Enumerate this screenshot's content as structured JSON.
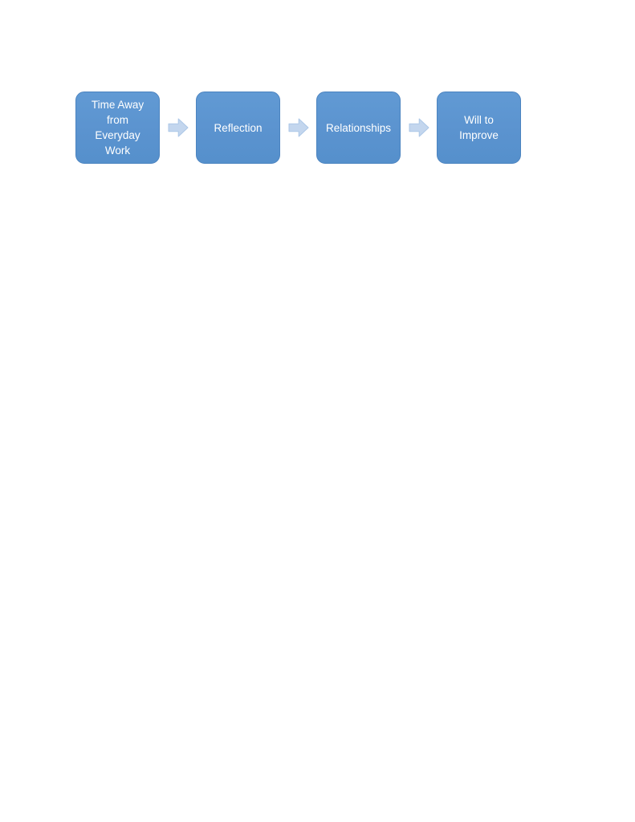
{
  "page": {
    "background": "#ffffff"
  },
  "diagram": {
    "type": "process-flow",
    "direction": "left-to-right",
    "colors": {
      "box_fill": "#5B93CF",
      "box_fill_top": "#619AD4",
      "box_fill_bottom": "#5590CC",
      "box_border": "#4C84C0",
      "box_text": "#FFFFFF",
      "arrow_fill": "#C3D6EE",
      "arrow_border": "#ACC7E7"
    },
    "steps": [
      {
        "label": "Time Away\nfrom\nEveryday\nWork"
      },
      {
        "label": "Reflection"
      },
      {
        "label": "Relationships"
      },
      {
        "label": "Will to\nImprove"
      }
    ],
    "connector": "right-block-arrow"
  }
}
